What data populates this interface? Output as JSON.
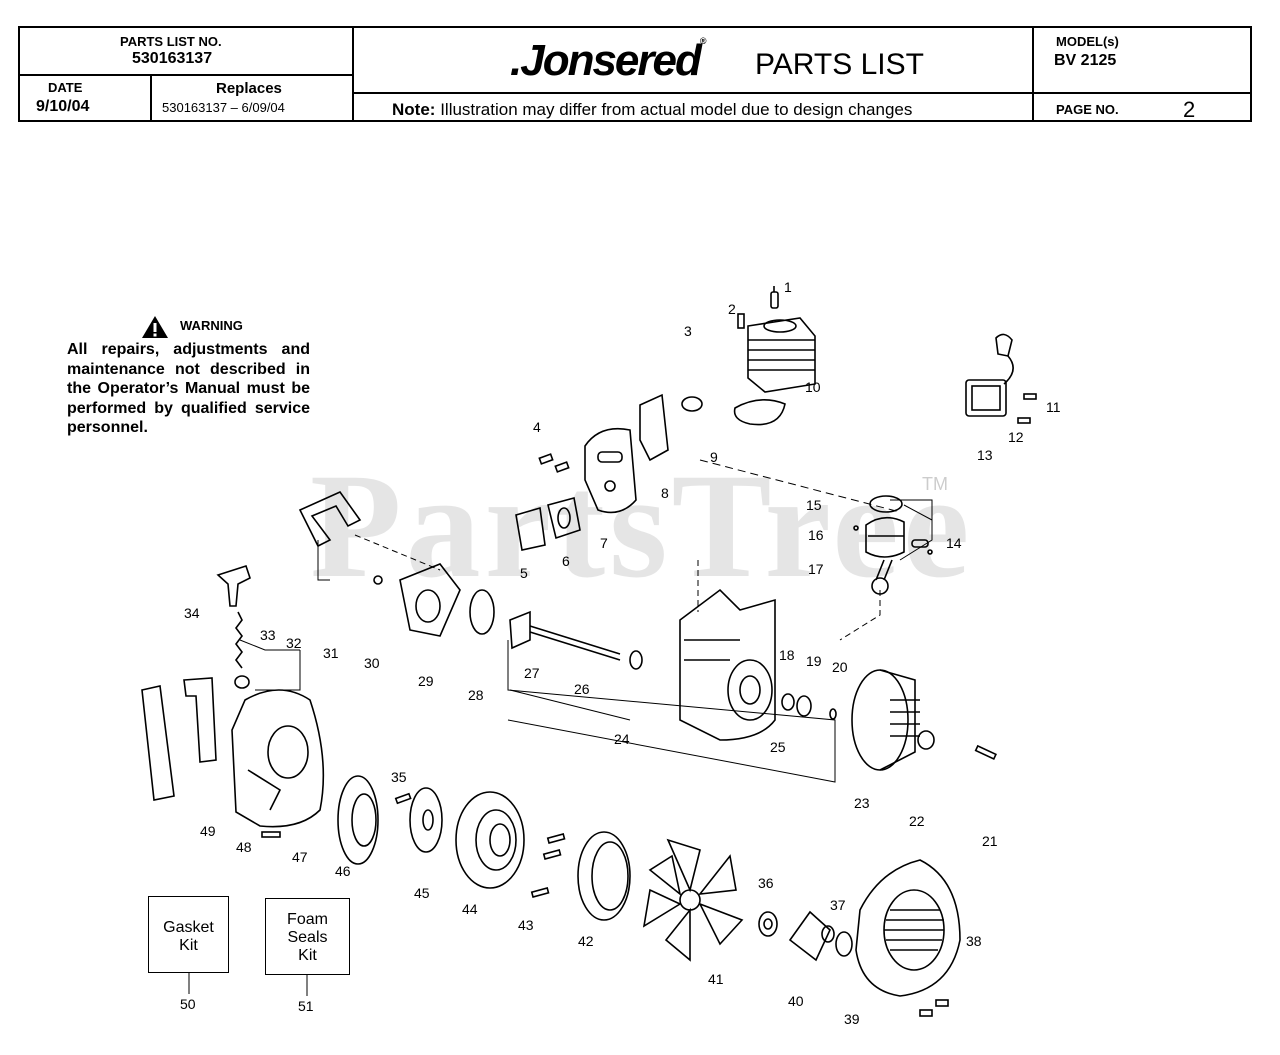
{
  "header": {
    "parts_list_no_label": "PARTS LIST NO.",
    "parts_list_no": "530163137",
    "date_label": "DATE",
    "date": "9/10/04",
    "replaces_label": "Replaces",
    "replaces": "530163137  – 6/09/04",
    "brand": "Jonsered",
    "title": "PARTS LIST",
    "note_label": "Note:",
    "note_text": "Illustration may differ from actual model due to design changes",
    "model_label": "MODEL(s)",
    "model": "BV 2125",
    "page_label": "PAGE   NO.",
    "page": "2"
  },
  "warning": {
    "title": "WARNING",
    "text": "All repairs, adjustments and maintenance not described in the Operator’s Manual must be performed by qualified service personnel."
  },
  "watermark": {
    "text": "PartsTree",
    "tm": "TM"
  },
  "kits": [
    {
      "lines": [
        "Gasket",
        "Kit"
      ],
      "number": "50"
    },
    {
      "lines": [
        "Foam",
        "Seals",
        "Kit"
      ],
      "number": "51"
    }
  ],
  "callouts": [
    "1",
    "2",
    "3",
    "4",
    "5",
    "6",
    "7",
    "8",
    "9",
    "10",
    "11",
    "12",
    "13",
    "14",
    "15",
    "16",
    "17",
    "18",
    "19",
    "20",
    "21",
    "22",
    "23",
    "24",
    "25",
    "26",
    "27",
    "28",
    "29",
    "30",
    "31",
    "32",
    "33",
    "34",
    "35",
    "36",
    "37",
    "38",
    "39",
    "40",
    "41",
    "42",
    "43",
    "44",
    "45",
    "46",
    "47",
    "48",
    "49"
  ],
  "colors": {
    "ink": "#000000",
    "paper": "#ffffff"
  }
}
